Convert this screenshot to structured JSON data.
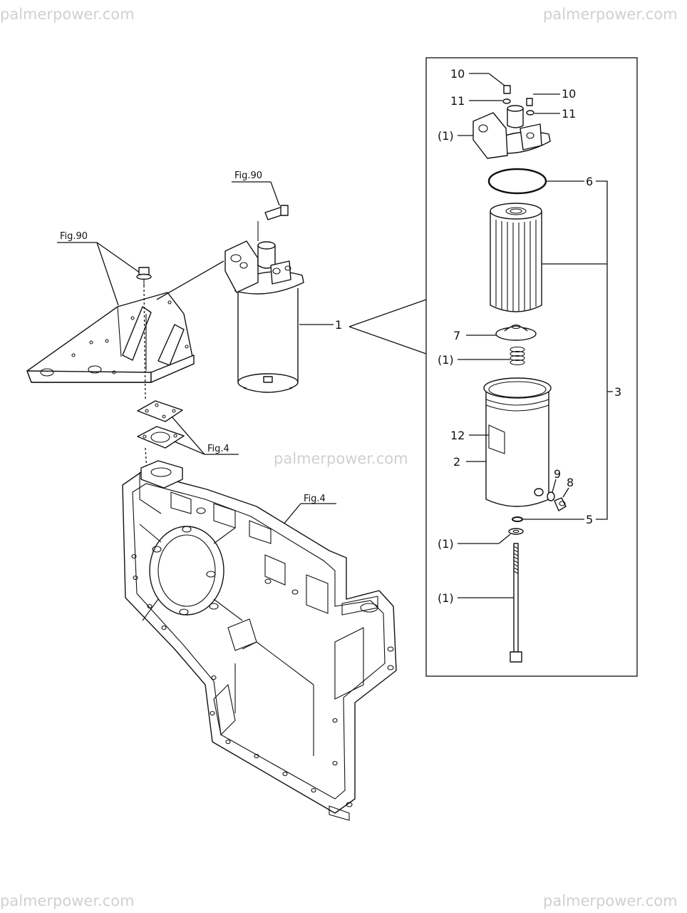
{
  "watermarks": [
    "palmerpower.com",
    "palmerpower.com",
    "palmerpower.com",
    "palmerpower.com",
    "palmerpower.com"
  ],
  "refs": {
    "fig90_a": "Fig.90",
    "fig90_b": "Fig.90",
    "fig4_a": "Fig.4",
    "fig4_b": "Fig.4"
  },
  "callouts": {
    "p1": "1",
    "p2": "2",
    "p3": "3",
    "p5": "5",
    "p6": "6",
    "p7": "7",
    "p8": "8",
    "p9": "9",
    "p10a": "10",
    "p10b": "10",
    "p11a": "11",
    "p11b": "11",
    "p12": "12",
    "s1": "(1)",
    "s2": "(1)",
    "s3": "(1)",
    "s4": "(1)"
  }
}
